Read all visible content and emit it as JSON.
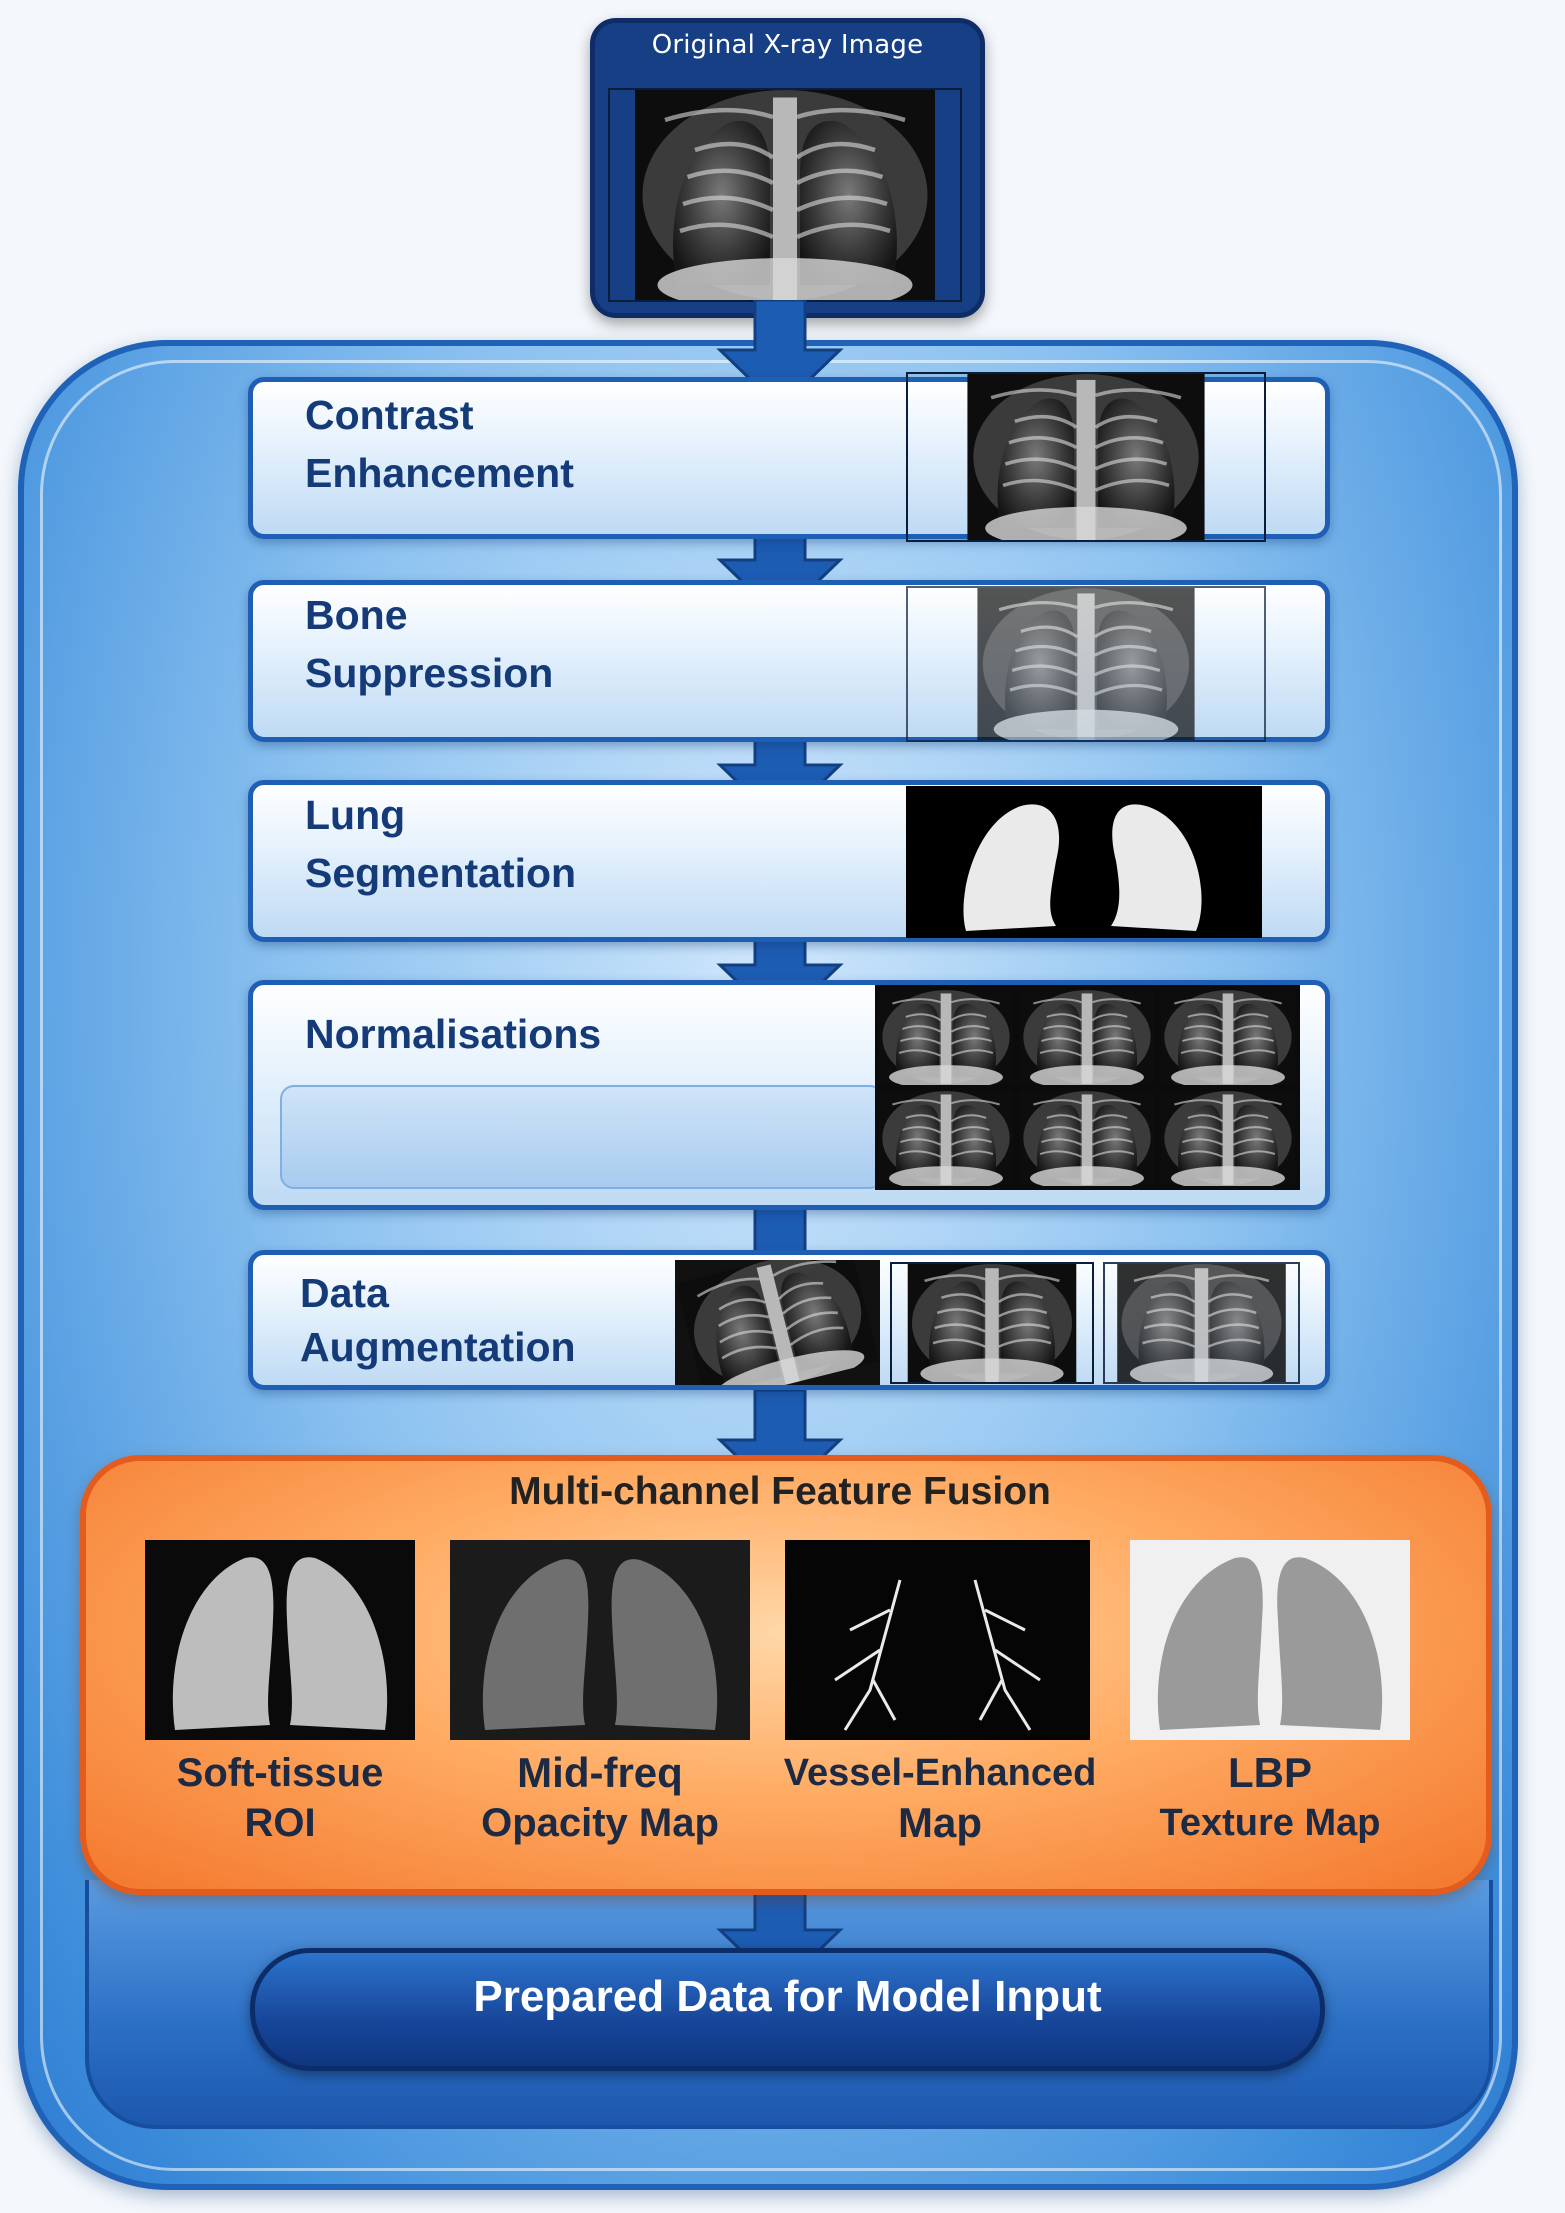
{
  "top": {
    "title": "Original X-ray Image"
  },
  "steps": [
    {
      "line1": "Contrast",
      "line2": "Enhancement"
    },
    {
      "line1": "Bone",
      "line2": "Suppression"
    },
    {
      "line1": "Lung",
      "line2": "Segmentation"
    },
    {
      "line1": "Normalisations",
      "line2": ""
    },
    {
      "line1": "Data",
      "line2": "Augmentation"
    }
  ],
  "fusion": {
    "title": "Multi-channel Feature Fusion",
    "maps": [
      {
        "line1": "Soft-tissue",
        "line2": "ROI"
      },
      {
        "line1": "Mid-freq",
        "line2": "Opacity Map"
      },
      {
        "line1": "Vessel-Enhanced",
        "line2": "Map"
      },
      {
        "line1": "LBP",
        "line2": "Texture Map"
      }
    ]
  },
  "output": {
    "label": "Prepared Data for Model Input"
  },
  "colors": {
    "panel_blue": "#3f8fdc",
    "arrow_blue": "#1d5cb3",
    "fusion_orange": "#f3782d",
    "pill_navy": "#17469a"
  }
}
